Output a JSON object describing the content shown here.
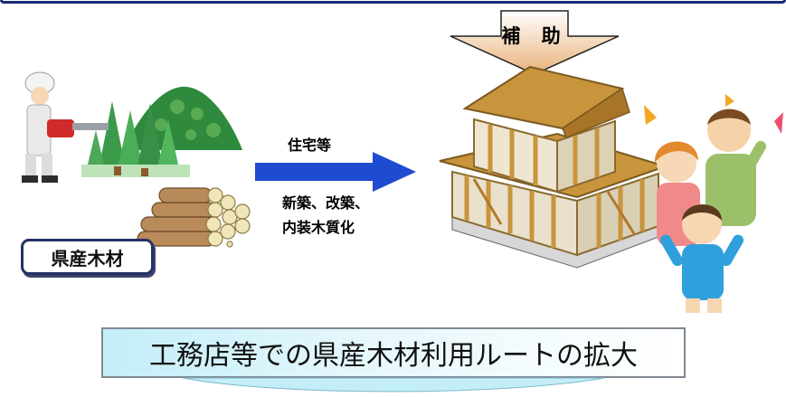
{
  "subsidy": {
    "label": "補 助"
  },
  "source": {
    "label": "県産木材"
  },
  "route": {
    "top_label": "住宅等",
    "bottom_label": "新築、改築、\n内装木質化"
  },
  "result": {
    "banner": "工務店等での県産木材利用ルートの拡大"
  },
  "colors": {
    "route_arrow": "#1f4bd0",
    "subsidy_arrow_top": "#ffffff",
    "subsidy_arrow_bottom": "#e8b27a",
    "house_wood": "#c8943c",
    "badge_border": "#243163",
    "banner_gradient_start": "#c3eef8"
  }
}
